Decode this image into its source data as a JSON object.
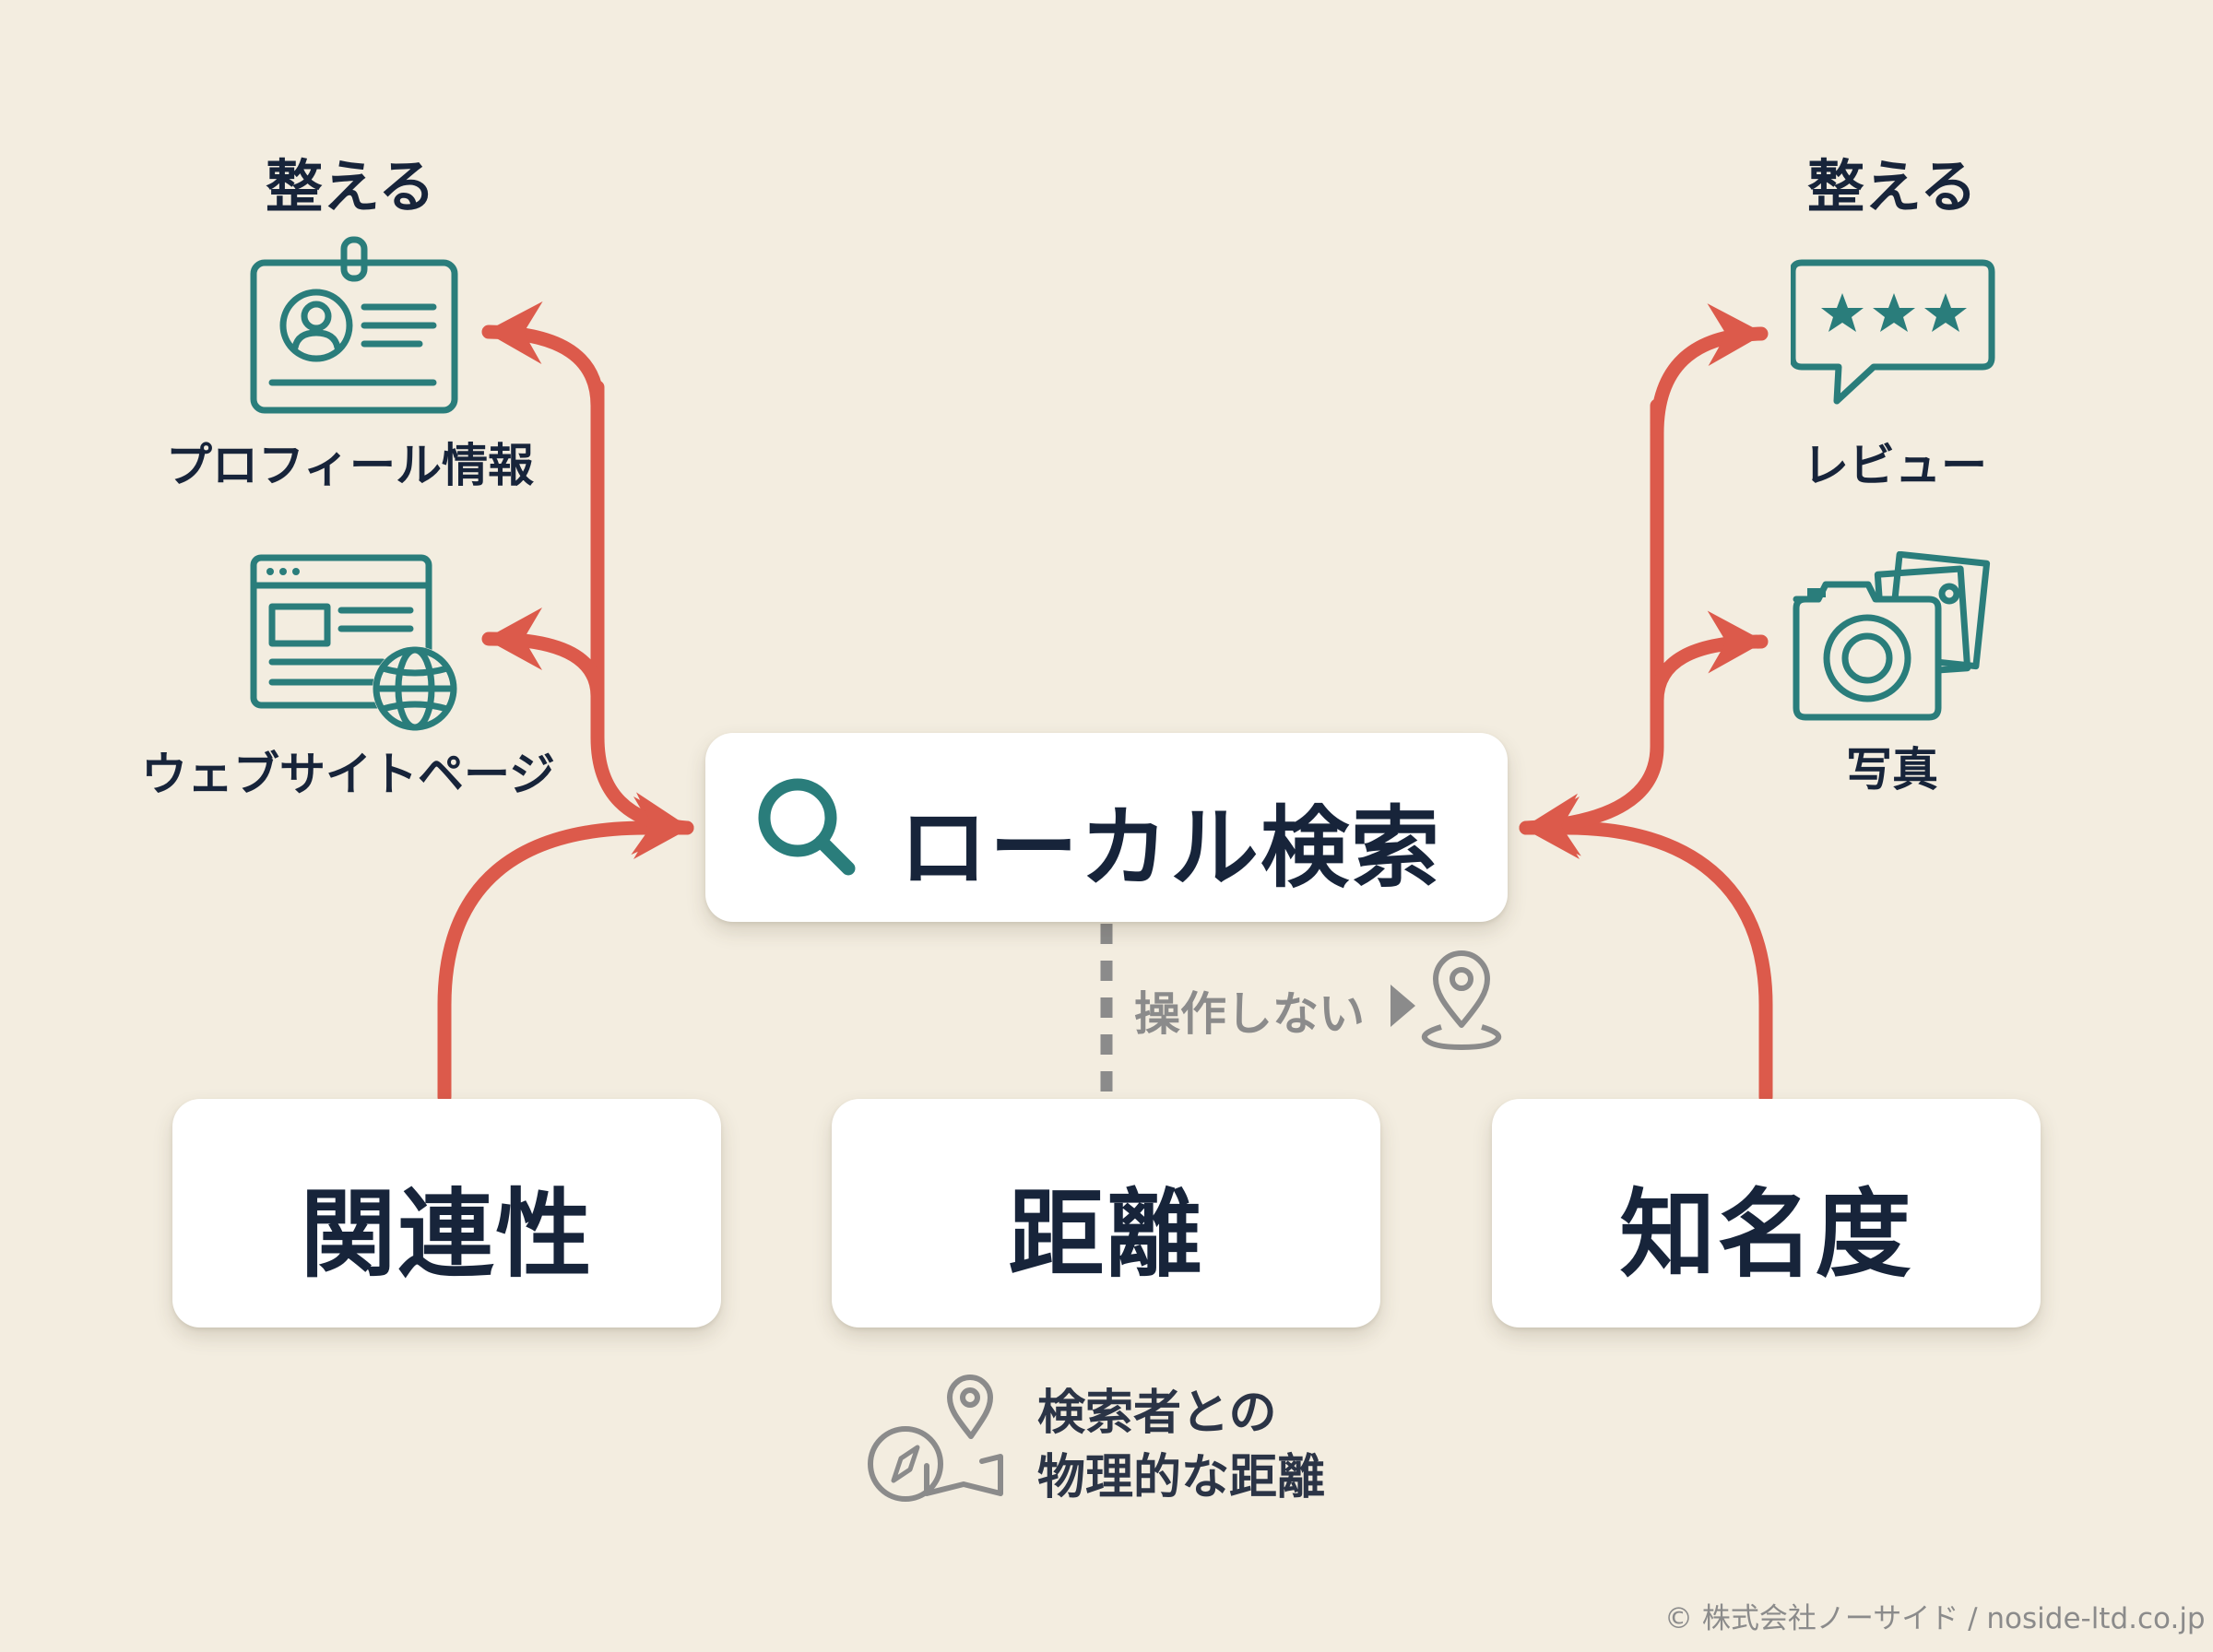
{
  "center": {
    "title": "ローカル検索",
    "icon": "search-icon"
  },
  "factors": [
    {
      "label": "関連性"
    },
    {
      "label": "距離"
    },
    {
      "label": "知名度"
    }
  ],
  "left_group": {
    "heading": "整える",
    "items": [
      {
        "label": "プロフィール情報",
        "icon": "profile-card-icon"
      },
      {
        "label": "ウェブサイトページ",
        "icon": "website-globe-icon"
      }
    ]
  },
  "right_group": {
    "heading": "整える",
    "items": [
      {
        "label": "レビュー",
        "icon": "review-stars-icon"
      },
      {
        "label": "写真",
        "icon": "camera-photo-icon"
      }
    ]
  },
  "distance_note": {
    "label": "操作しない",
    "icon": "location-pin-icon"
  },
  "distance_caption": {
    "line1": "検索者との",
    "line2": "物理的な距離",
    "icon": "map-compass-icon"
  },
  "footer": {
    "copyright": "© 株式会社ノーサイド / noside-ltd.co.jp"
  },
  "colors": {
    "arrow": "#dc5a4b",
    "icon": "#2a7d7b",
    "text": "#17243a",
    "muted": "#8b8b8b",
    "background": "#f3ede0"
  }
}
